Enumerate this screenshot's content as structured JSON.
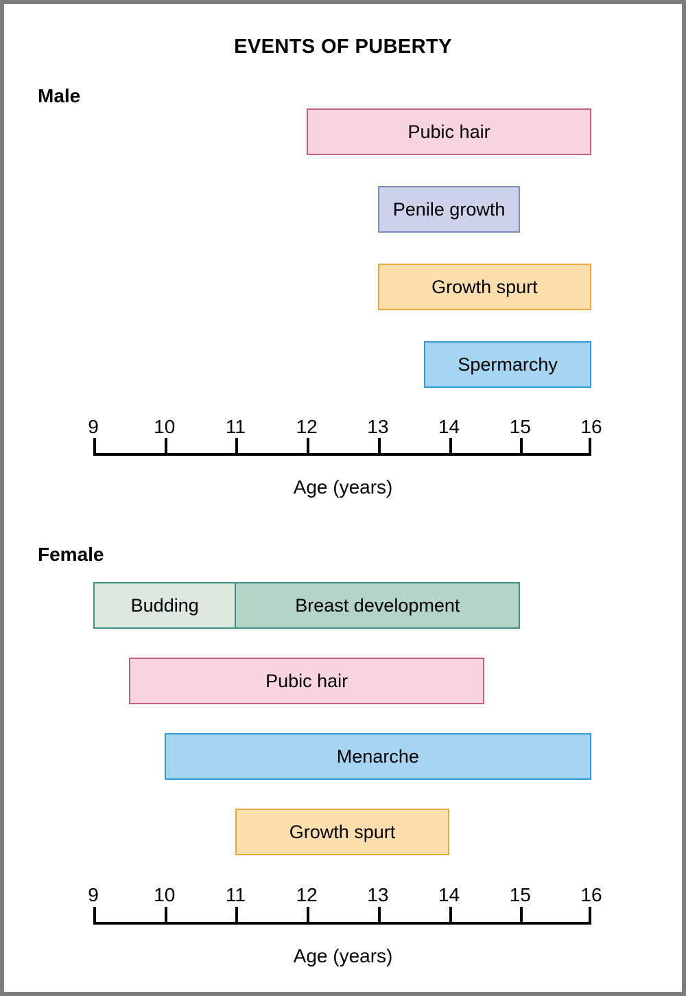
{
  "figure": {
    "title": "EVENTS OF PUBERTY",
    "frame_color": "#7d7d7d",
    "background": "#ffffff"
  },
  "chart_data": {
    "type": "bar",
    "title": "EVENTS OF PUBERTY",
    "orientation": "horizontal",
    "xlabel": "Age (years)",
    "ylabel": "",
    "xlim": [
      9,
      16
    ],
    "xticks": [
      9,
      10,
      11,
      12,
      13,
      14,
      15,
      16
    ],
    "xtick_labels": [
      "9",
      "10",
      "11",
      "12",
      "13",
      "14",
      "15",
      "16"
    ],
    "grid": false,
    "legend": "none",
    "panels": [
      {
        "name": "Male",
        "label": "Male",
        "axis_label": "Age (years)",
        "bars": [
          {
            "label": "Pubic hair",
            "start": 12.0,
            "end": 16.0,
            "fill": "#f7d4de",
            "stroke": "#c4617f"
          },
          {
            "label": "Penile growth",
            "start": 13.0,
            "end": 15.0,
            "fill": "#ccd2ea",
            "stroke": "#7d8cba"
          },
          {
            "label": "Growth spurt",
            "start": 13.0,
            "end": 16.0,
            "fill": "#fcdfad",
            "stroke": "#eda83a"
          },
          {
            "label": "Spermarchy",
            "start": 13.65,
            "end": 16.0,
            "fill": "#a6d5f2",
            "stroke": "#2e9bd6"
          }
        ]
      },
      {
        "name": "Female",
        "label": "Female",
        "axis_label": "Age (years)",
        "bars": [
          {
            "label": "Budding",
            "start": 9.0,
            "end": 11.0,
            "fill": "#dde8df",
            "stroke": "#3f9183",
            "group": "breast"
          },
          {
            "label": "Breast development",
            "start": 11.0,
            "end": 15.0,
            "fill": "#b4d4c8",
            "stroke": "#3f9183",
            "group": "breast"
          },
          {
            "label": "Pubic hair",
            "start": 9.5,
            "end": 14.5,
            "fill": "#f7d4de",
            "stroke": "#c4617f"
          },
          {
            "label": "Menarche",
            "start": 10.0,
            "end": 16.0,
            "fill": "#a6d5f2",
            "stroke": "#2e9bd6"
          },
          {
            "label": "Growth spurt",
            "start": 11.0,
            "end": 14.0,
            "fill": "#fcdfad",
            "stroke": "#eda83a"
          }
        ]
      }
    ]
  }
}
